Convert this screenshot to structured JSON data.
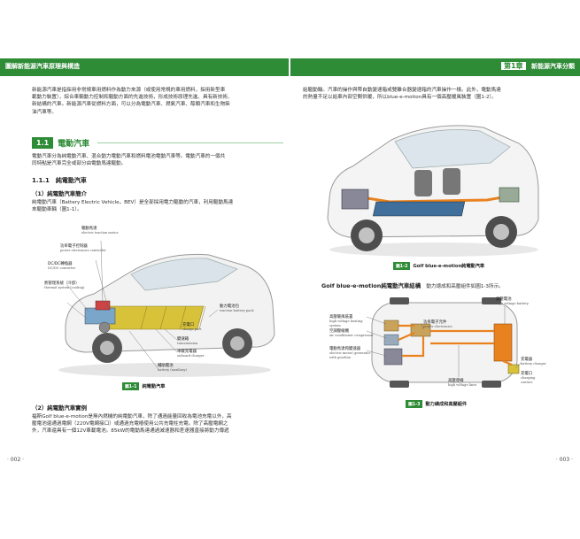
{
  "header": {
    "left_title": "圖解新能源汽車原理與構造",
    "chapter_label": "第1章",
    "right_title": "新能源汽車分類"
  },
  "left": {
    "intro_lines": [
      "新能源汽車是指採用非常規車用燃料作為動力來源（或使用常規的車用燃料，採用新型車",
      "載動力裝置），綜合車輛動力控制和驅動方面的先進技術，形成技術原理先進、具有新技術、",
      "新結構的汽車。新能源汽車從燃料方面，可以分為電動汽車、燃氣汽車、醇類汽車和生物柴",
      "油汽車等。"
    ],
    "section_number": "1.1",
    "section_title": "電動汽車",
    "section_lines": [
      "電動汽車分為純電動汽車、混合動力電動汽車和燃料電池電動汽車等。電動汽車的一個共",
      "同特點是汽車完全或部分由電動馬達驅動。"
    ],
    "subsection_title": "1.1.1　純電動汽車",
    "minor1_title": "（1）純電動汽車簡介",
    "minor1_lines": [
      "純電動汽車（Battery Electric Vehicle，BEV）是全部採用電力驅動的汽車，利用驅動馬達",
      "來驅動車輛（圖1-1）。"
    ],
    "fig1_labels": [
      {
        "zh": "驅動馬達",
        "en": "electric traction motor"
      },
      {
        "zh": "功率電子控制器",
        "en": "power electronics controller"
      },
      {
        "zh": "DC/DC轉換器",
        "en": "DC/DC converter"
      },
      {
        "zh": "熱管理系統（冷卻）",
        "en": "thermal system (cooling)"
      },
      {
        "zh": "動力電池包",
        "en": "traction battery pack"
      },
      {
        "zh": "充電口",
        "en": "charge port"
      },
      {
        "zh": "變速箱",
        "en": "transmission"
      },
      {
        "zh": "車載充電器",
        "en": "onboard charger"
      },
      {
        "zh": "輔助電池",
        "en": "battery (auxiliary)"
      }
    ],
    "fig1_tag": "圖1-1",
    "fig1_caption": "純電動汽車",
    "minor2_title": "（2）純電動汽車實例",
    "minor2_lines": [
      "福斯Golf blue-e-motion是無內燃機的純電動汽車，除了通過能量回收為電池充電以外，高",
      "壓電池還通過電網（220V電網接口）或通過充電樁使用公共充電柱充電。除了高壓電網之",
      "外，汽車還具有一個12V車載電池。85kW的電動馬達通過減速器和差速器直接將動力傳遞"
    ],
    "page_number": "· 002 ·"
  },
  "right": {
    "intro_lines": [
      "給驅動輪。汽車的操作與帶自動變速箱或雙離合器變速箱的汽車操作一樣。此外，電動馬達",
      "的熱量不足以給車內部空間供暖，所以blue-e-motion具有一個高壓暖風裝置（圖1-2）。"
    ],
    "fig1_tag": "圖1-2",
    "fig1_caption": "Golf blue-e-motion純電動汽車",
    "structure_title": "Golf blue-e-motion純電動汽車結構",
    "structure_desc": "動力總成和高壓組件如圖1-3所示。",
    "fig2_labels": [
      {
        "zh": "高壓暖風裝置",
        "en": "high voltage heating system"
      },
      {
        "zh": "空調壓縮機",
        "en": "air conditioner compressor"
      },
      {
        "zh": "電動馬達和變速器",
        "en": "electric motor/ generator with gearbox"
      },
      {
        "zh": "功率電子元件",
        "en": "power electronics"
      },
      {
        "zh": "高壓電池",
        "en": "high voltage battery"
      },
      {
        "zh": "充電器",
        "en": "battery charger"
      },
      {
        "zh": "充電口",
        "en": "charging contact"
      },
      {
        "zh": "高壓導線",
        "en": "high voltage lines"
      }
    ],
    "fig2_tag": "圖1-3",
    "fig2_caption": "動力總成和高壓組件",
    "page_number": "· 003 ·"
  },
  "colors": {
    "accent_green": "#2e8b36",
    "hv_orange": "#e8821e",
    "battery_yellow": "#d8c23a"
  }
}
